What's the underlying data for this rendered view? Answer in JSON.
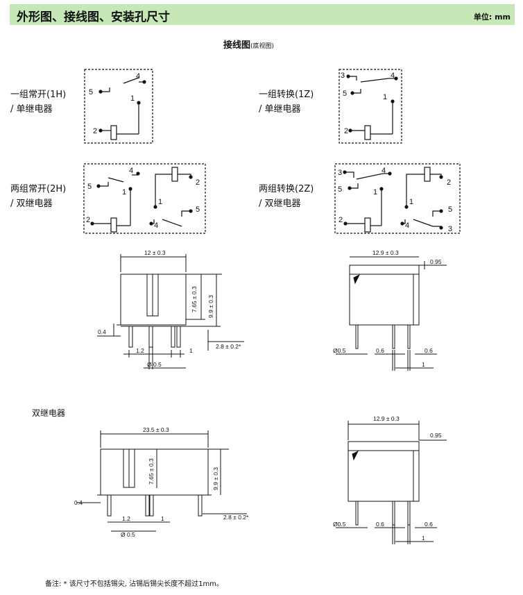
{
  "header": {
    "title": "外形图、接线图、安装孔尺寸",
    "unit": "单位: mm"
  },
  "wiring": {
    "title": "接线图",
    "title_note": "(底视图)",
    "circuits": [
      {
        "label_line1": "一组常开(1H)",
        "label_line2": "/ 单继电器",
        "pins": [
          "4",
          "5",
          "1",
          "2"
        ]
      },
      {
        "label_line1": "一组转换(1Z)",
        "label_line2": "/ 单继电器",
        "pins": [
          "3",
          "4",
          "5",
          "1",
          "2"
        ]
      },
      {
        "label_line1": "两组常开(2H)",
        "label_line2": "/ 双继电器",
        "pins": [
          "4",
          "5",
          "1",
          "2",
          "2",
          "1",
          "5",
          "4"
        ]
      },
      {
        "label_line1": "两组转换(2Z)",
        "label_line2": "/ 双继电器",
        "pins": [
          "3",
          "4",
          "5",
          "1",
          "2",
          "2",
          "1",
          "5",
          "4",
          "3"
        ]
      }
    ]
  },
  "single_relay_dims": {
    "front": {
      "width": "12 ± 0.3",
      "body_height": "7.65 ± 0.3",
      "total_height": "9.9 ± 0.3",
      "pin_offset": "0.4",
      "pitch_a": "1.2",
      "pitch_b": "1",
      "pin_len": "2.8 ± 0.2*",
      "pin_dia": "Ø 0.5"
    },
    "side": {
      "width": "12.9 ± 0.3",
      "offset": "0.95",
      "pin_dia": "Ø0.5",
      "gap_a": "0.6",
      "gap_b": "0.6",
      "pitch": "1"
    }
  },
  "double_relay_dims": {
    "caption": "双继电器",
    "front": {
      "width": "23.5 ± 0.3",
      "body_height": "7.65 ± 0.3",
      "total_height": "9.9 ± 0.3",
      "pin_offset": "0.4",
      "pitch_a": "1.2",
      "pitch_b": "1",
      "pin_len": "2.8 ± 0.2*",
      "pin_dia": "Ø 0.5"
    },
    "side": {
      "width": "12.9 ± 0.3",
      "offset": "0.95",
      "pin_dia": "Ø0.5",
      "gap_a": "0.6",
      "gap_b": "0.6",
      "pitch": "1"
    }
  },
  "footnote": "备注: * 该尺寸不包括锡尖, 沾锡后锡尖长度不超过1mm。"
}
